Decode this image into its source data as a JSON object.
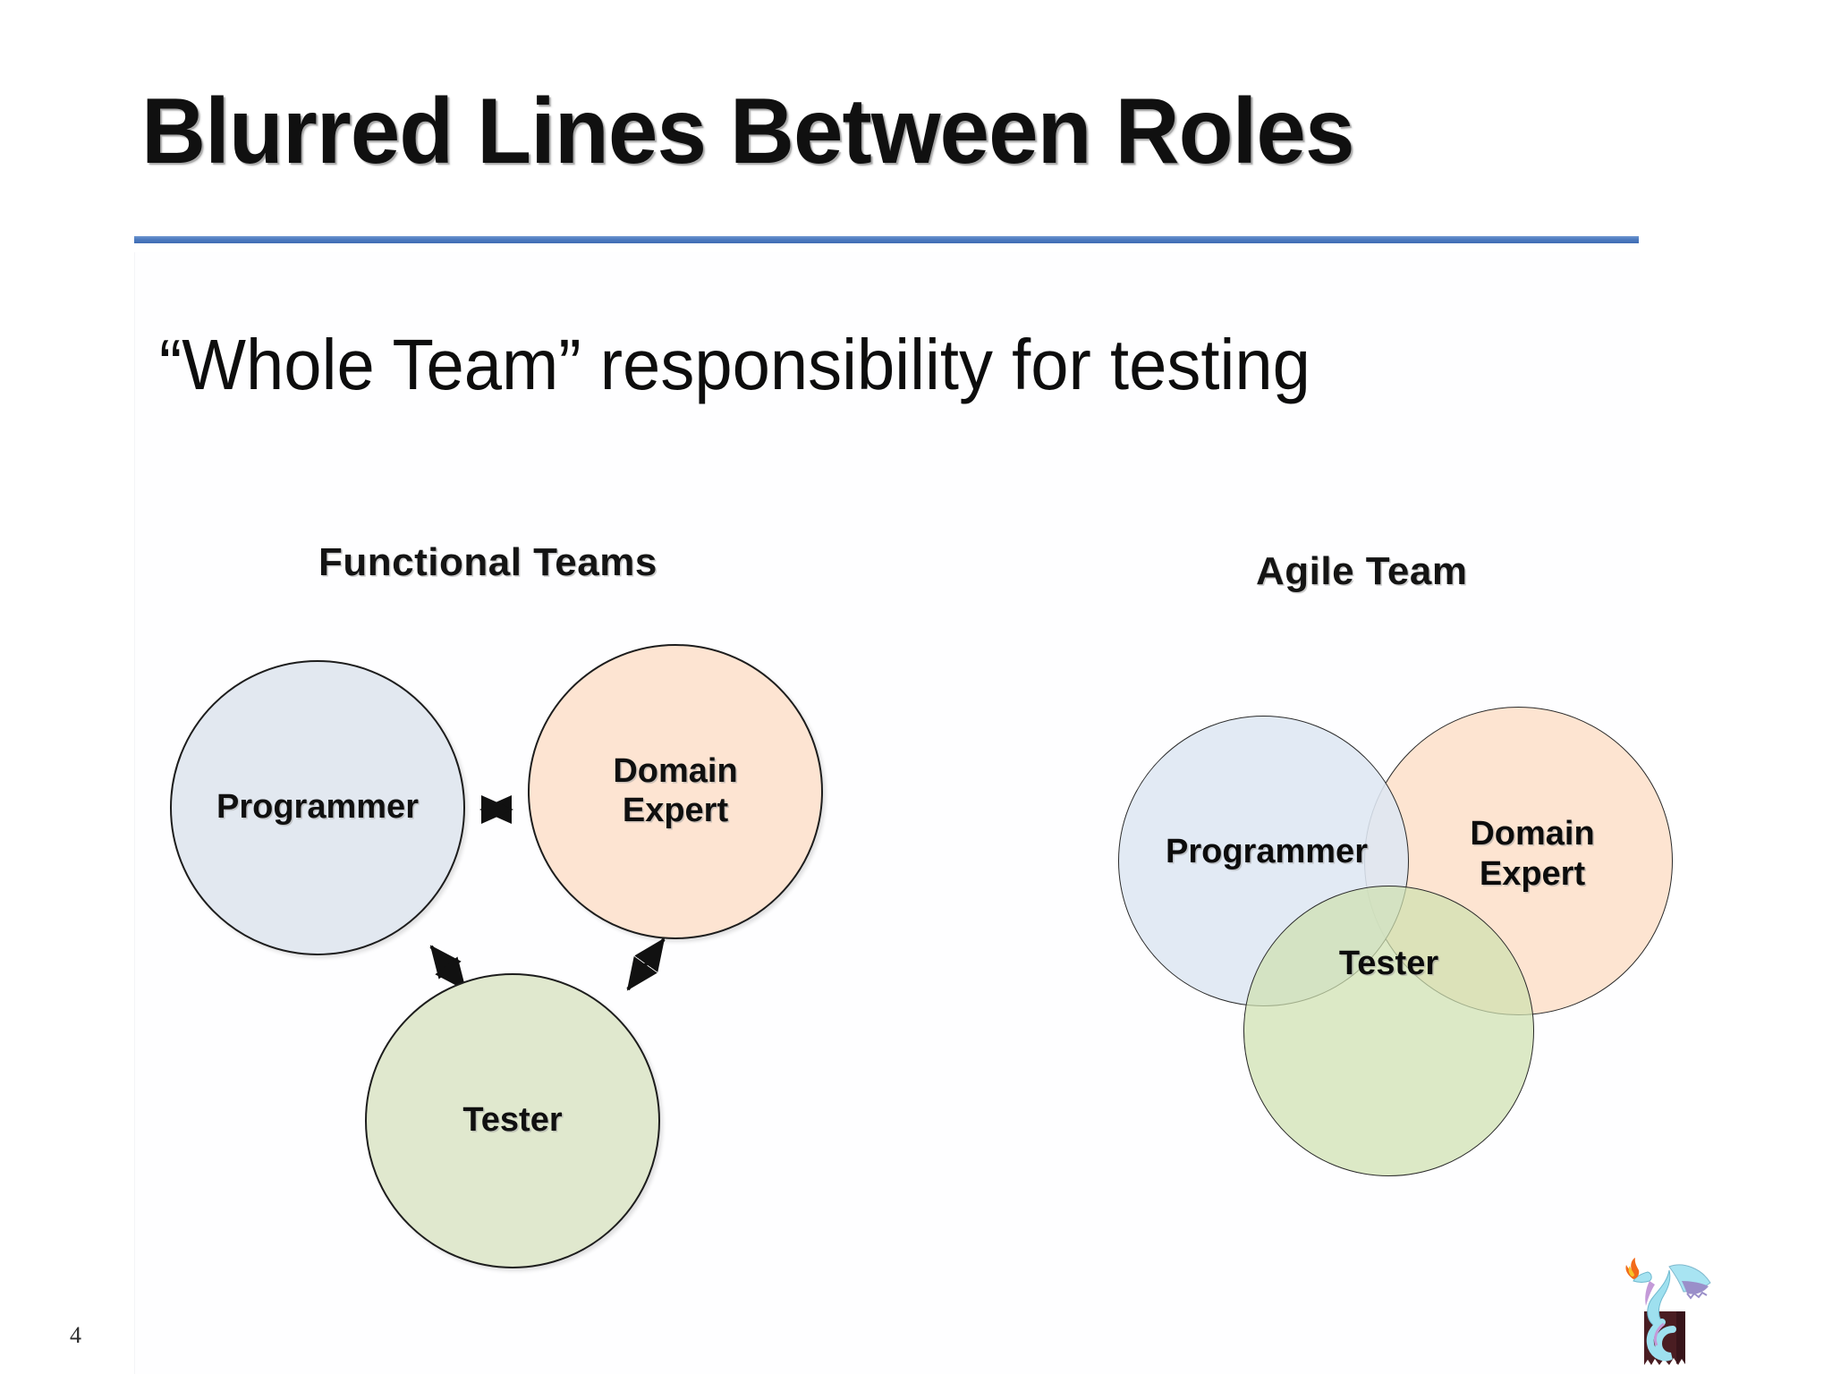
{
  "slide": {
    "title": "Blurred Lines Between Roles",
    "subtitle": "“Whole Team” responsibility for testing",
    "page_number": "4",
    "accent_color": "#4d7bc0",
    "background_color": "#ffffff"
  },
  "diagrams": {
    "functional": {
      "heading": "Functional Teams",
      "type": "separate-circles-with-arrows",
      "nodes": [
        {
          "id": "programmer",
          "label": "Programmer",
          "color": "#e2e8f0"
        },
        {
          "id": "domain-expert",
          "label": "Domain Expert",
          "label_line1": "Domain",
          "label_line2": "Expert",
          "color": "#fde4d2"
        },
        {
          "id": "tester",
          "label": "Tester",
          "color": "#e0e8ce"
        }
      ],
      "connections": [
        {
          "from": "programmer",
          "to": "domain-expert",
          "style": "double-arrow"
        },
        {
          "from": "programmer",
          "to": "tester",
          "style": "double-arrow"
        },
        {
          "from": "domain-expert",
          "to": "tester",
          "style": "double-arrow"
        }
      ]
    },
    "agile": {
      "heading": "Agile Team",
      "type": "venn-overlapping-circles",
      "nodes": [
        {
          "id": "programmer",
          "label": "Programmer",
          "color": "#dee7f3"
        },
        {
          "id": "domain-expert",
          "label": "Domain Expert",
          "label_line1": "Domain",
          "label_line2": "Expert",
          "color": "#fcddc5"
        },
        {
          "id": "tester",
          "label": "Tester",
          "color": "#cfe0b0"
        }
      ]
    }
  },
  "logo": {
    "name": "dragon-logo",
    "body_color": "#9ee0ef",
    "wing_color": "#9b8fd0",
    "flame_color": "#f26a1b",
    "tower_color": "#4a1d22"
  }
}
